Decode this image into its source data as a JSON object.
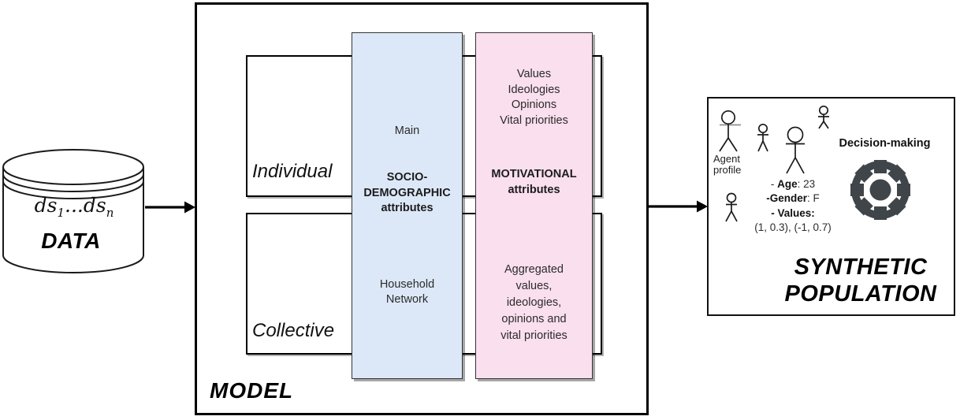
{
  "data_node": {
    "formula": {
      "base1": "ds",
      "sub1": "1",
      "ellipsis": "...",
      "base2": "ds",
      "sub2": "n"
    },
    "label": "DATA"
  },
  "model": {
    "label": "MODEL",
    "rows": {
      "individual": "Individual",
      "collective": "Collective"
    },
    "socio_column": {
      "main": "Main",
      "header_lines": [
        "SOCIO-",
        "DEMOGRAPHIC",
        "attributes"
      ],
      "bottom_lines": [
        "Household",
        "Network"
      ]
    },
    "motivational_column": {
      "top_lines": [
        "Values",
        "Ideologies",
        "Opinions",
        "Vital priorities"
      ],
      "header_lines": [
        "MOTIVATIONAL",
        "attributes"
      ],
      "bottom_lines": [
        "Aggregated",
        "values,",
        "ideologies,",
        "opinions and",
        "vital priorities"
      ]
    }
  },
  "synthetic": {
    "agent_profile_lines": [
      "Agent",
      "profile"
    ],
    "decision_making": "Decision-making",
    "profile": [
      {
        "pre": "- ",
        "bold": "Age",
        "post": ": 23"
      },
      {
        "pre": "",
        "bold": "-Gender",
        "post": ": F"
      },
      {
        "pre": "",
        "bold": "- Values:",
        "post": ""
      },
      {
        "pre": "",
        "bold": "",
        "post": "(1, 0.3), (-1, 0.7)"
      }
    ],
    "title_lines": [
      "SYNTHETIC",
      "POPULATION"
    ]
  },
  "colors": {
    "socio_column_bg": "#dce8f8",
    "motivational_column_bg": "#fadfee",
    "gear": "#404549",
    "line": "#000000"
  }
}
